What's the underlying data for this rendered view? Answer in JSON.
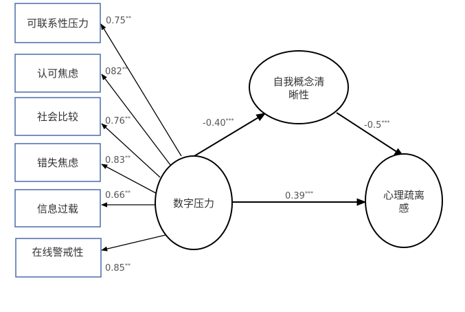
{
  "diagram": {
    "type": "structural-equation-model",
    "colors": {
      "box_border": "#4a6aa8",
      "line": "#000000",
      "text": "#333333",
      "coef_text": "#555555"
    },
    "indicators": [
      {
        "label": "可联系性压力",
        "coef": "0.75",
        "sig": "**"
      },
      {
        "label": "认可焦虑",
        "coef": "082",
        "sig": "**"
      },
      {
        "label": "社会比较",
        "coef": "0.76",
        "sig": "**"
      },
      {
        "label": "错失焦虑",
        "coef": "0.83",
        "sig": "**"
      },
      {
        "label": "信息过载",
        "coef": "0.66",
        "sig": "**"
      },
      {
        "label": "在线警戒性",
        "coef": "0.85",
        "sig": "**"
      }
    ],
    "latent": {
      "digital_stress": {
        "lines": [
          "数字压力"
        ]
      },
      "self_concept": {
        "lines": [
          "自我概念清",
          "晰性"
        ]
      },
      "alienation": {
        "lines": [
          "心理疏离",
          "感"
        ]
      }
    },
    "paths": [
      {
        "from": "数字压力",
        "to": "自我概念清晰性",
        "coef": "-0.40",
        "sig": "***"
      },
      {
        "from": "自我概念清晰性",
        "to": "心理疏离感",
        "coef": "-0.5",
        "sig": "***"
      },
      {
        "from": "数字压力",
        "to": "心理疏离感",
        "coef": "0.39",
        "sig": "***"
      }
    ]
  }
}
